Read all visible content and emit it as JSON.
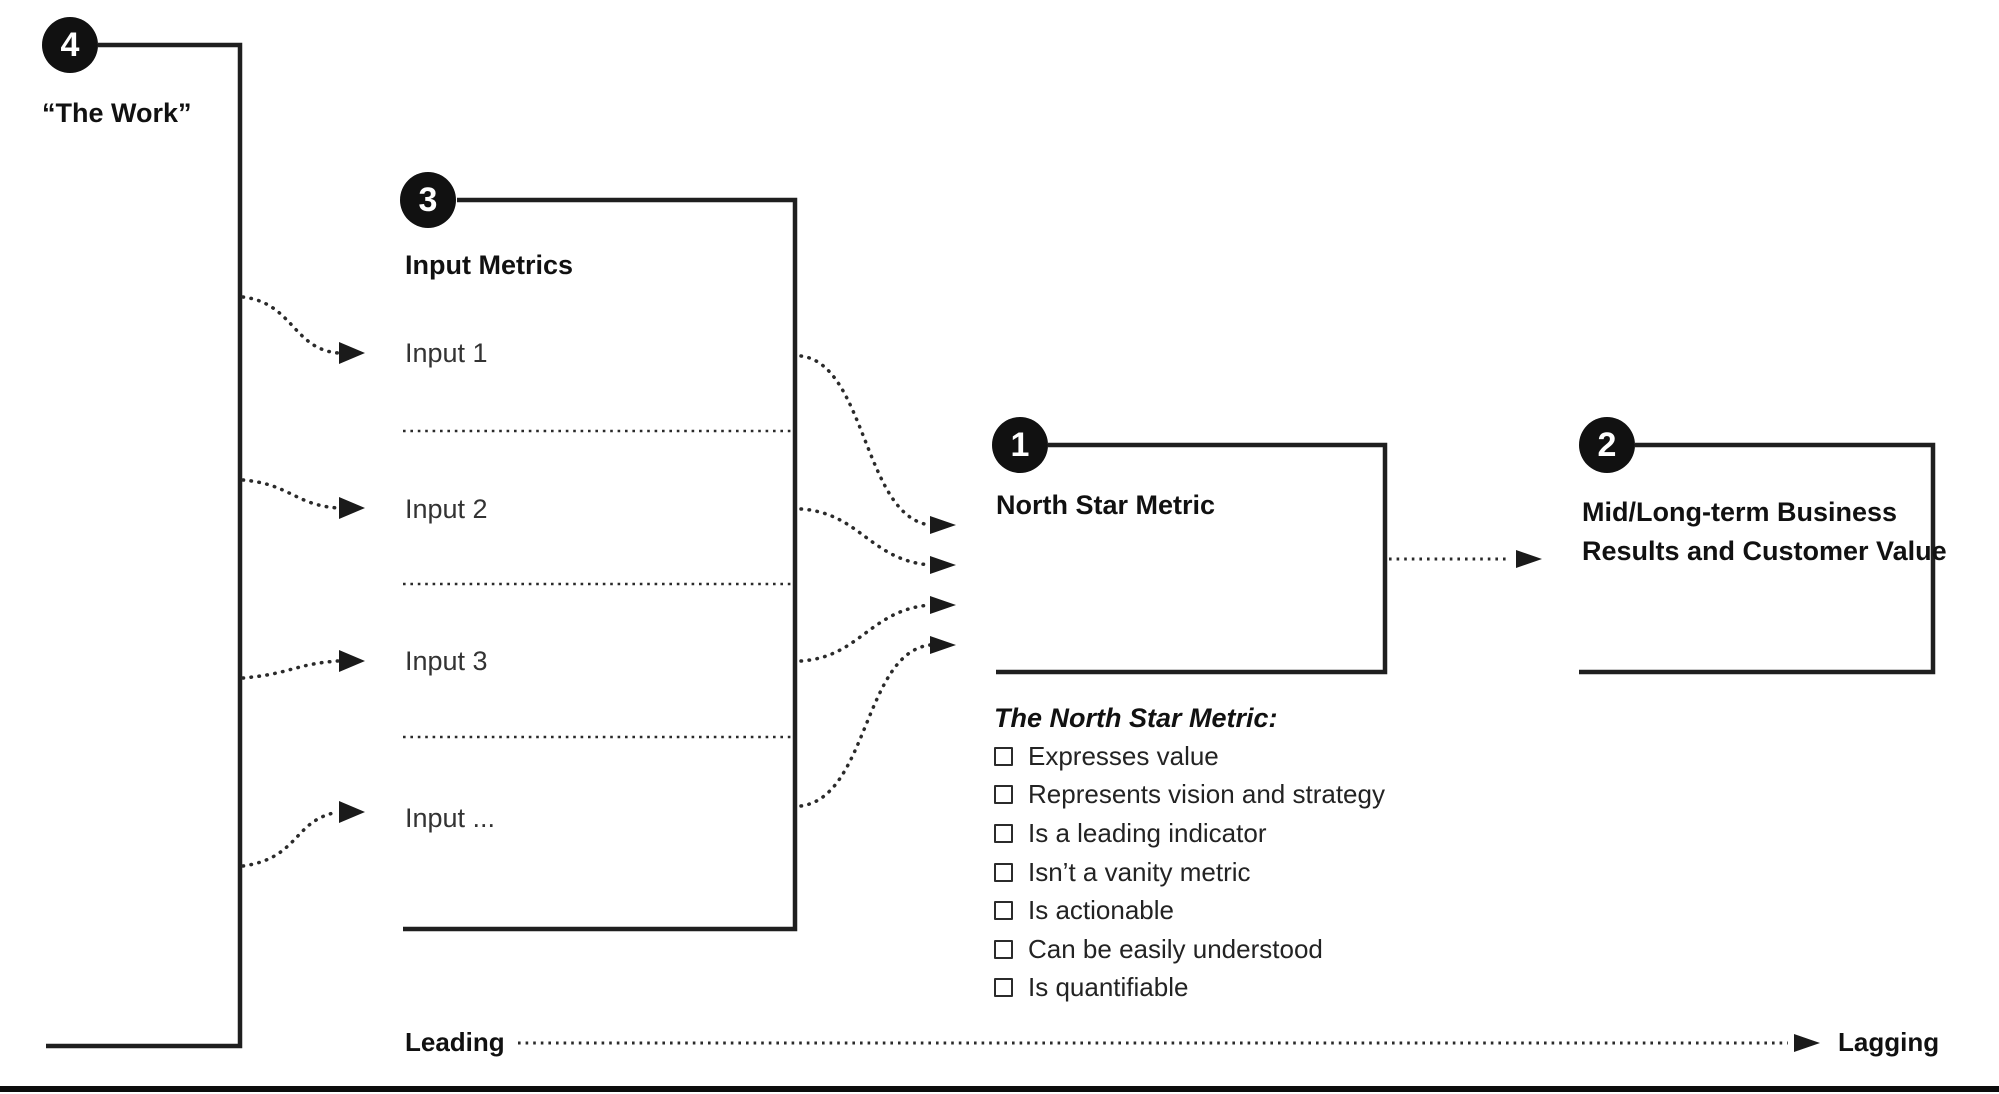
{
  "canvas": {
    "background": "#ffffff",
    "ink": "#1f1f1f"
  },
  "nodes": {
    "work": {
      "number": "4",
      "label": "“The Work”"
    },
    "input_metrics": {
      "number": "3",
      "label": "Input Metrics",
      "inputs": [
        "Input 1",
        "Input 2",
        "Input 3",
        "Input ..."
      ]
    },
    "north_star": {
      "number": "1",
      "label": "North Star Metric"
    },
    "business_results": {
      "number": "2",
      "label_line1": "Mid/Long-term Business",
      "label_line2": "Results and Customer Value"
    }
  },
  "checklist": {
    "title": "The North Star Metric:",
    "items": [
      "Expresses value",
      "Represents vision and strategy",
      "Is a leading indicator",
      "Isn’t a vanity metric",
      "Is actionable",
      "Can be easily understood",
      "Is quantifiable"
    ]
  },
  "axis": {
    "left_label": "Leading",
    "right_label": "Lagging"
  }
}
